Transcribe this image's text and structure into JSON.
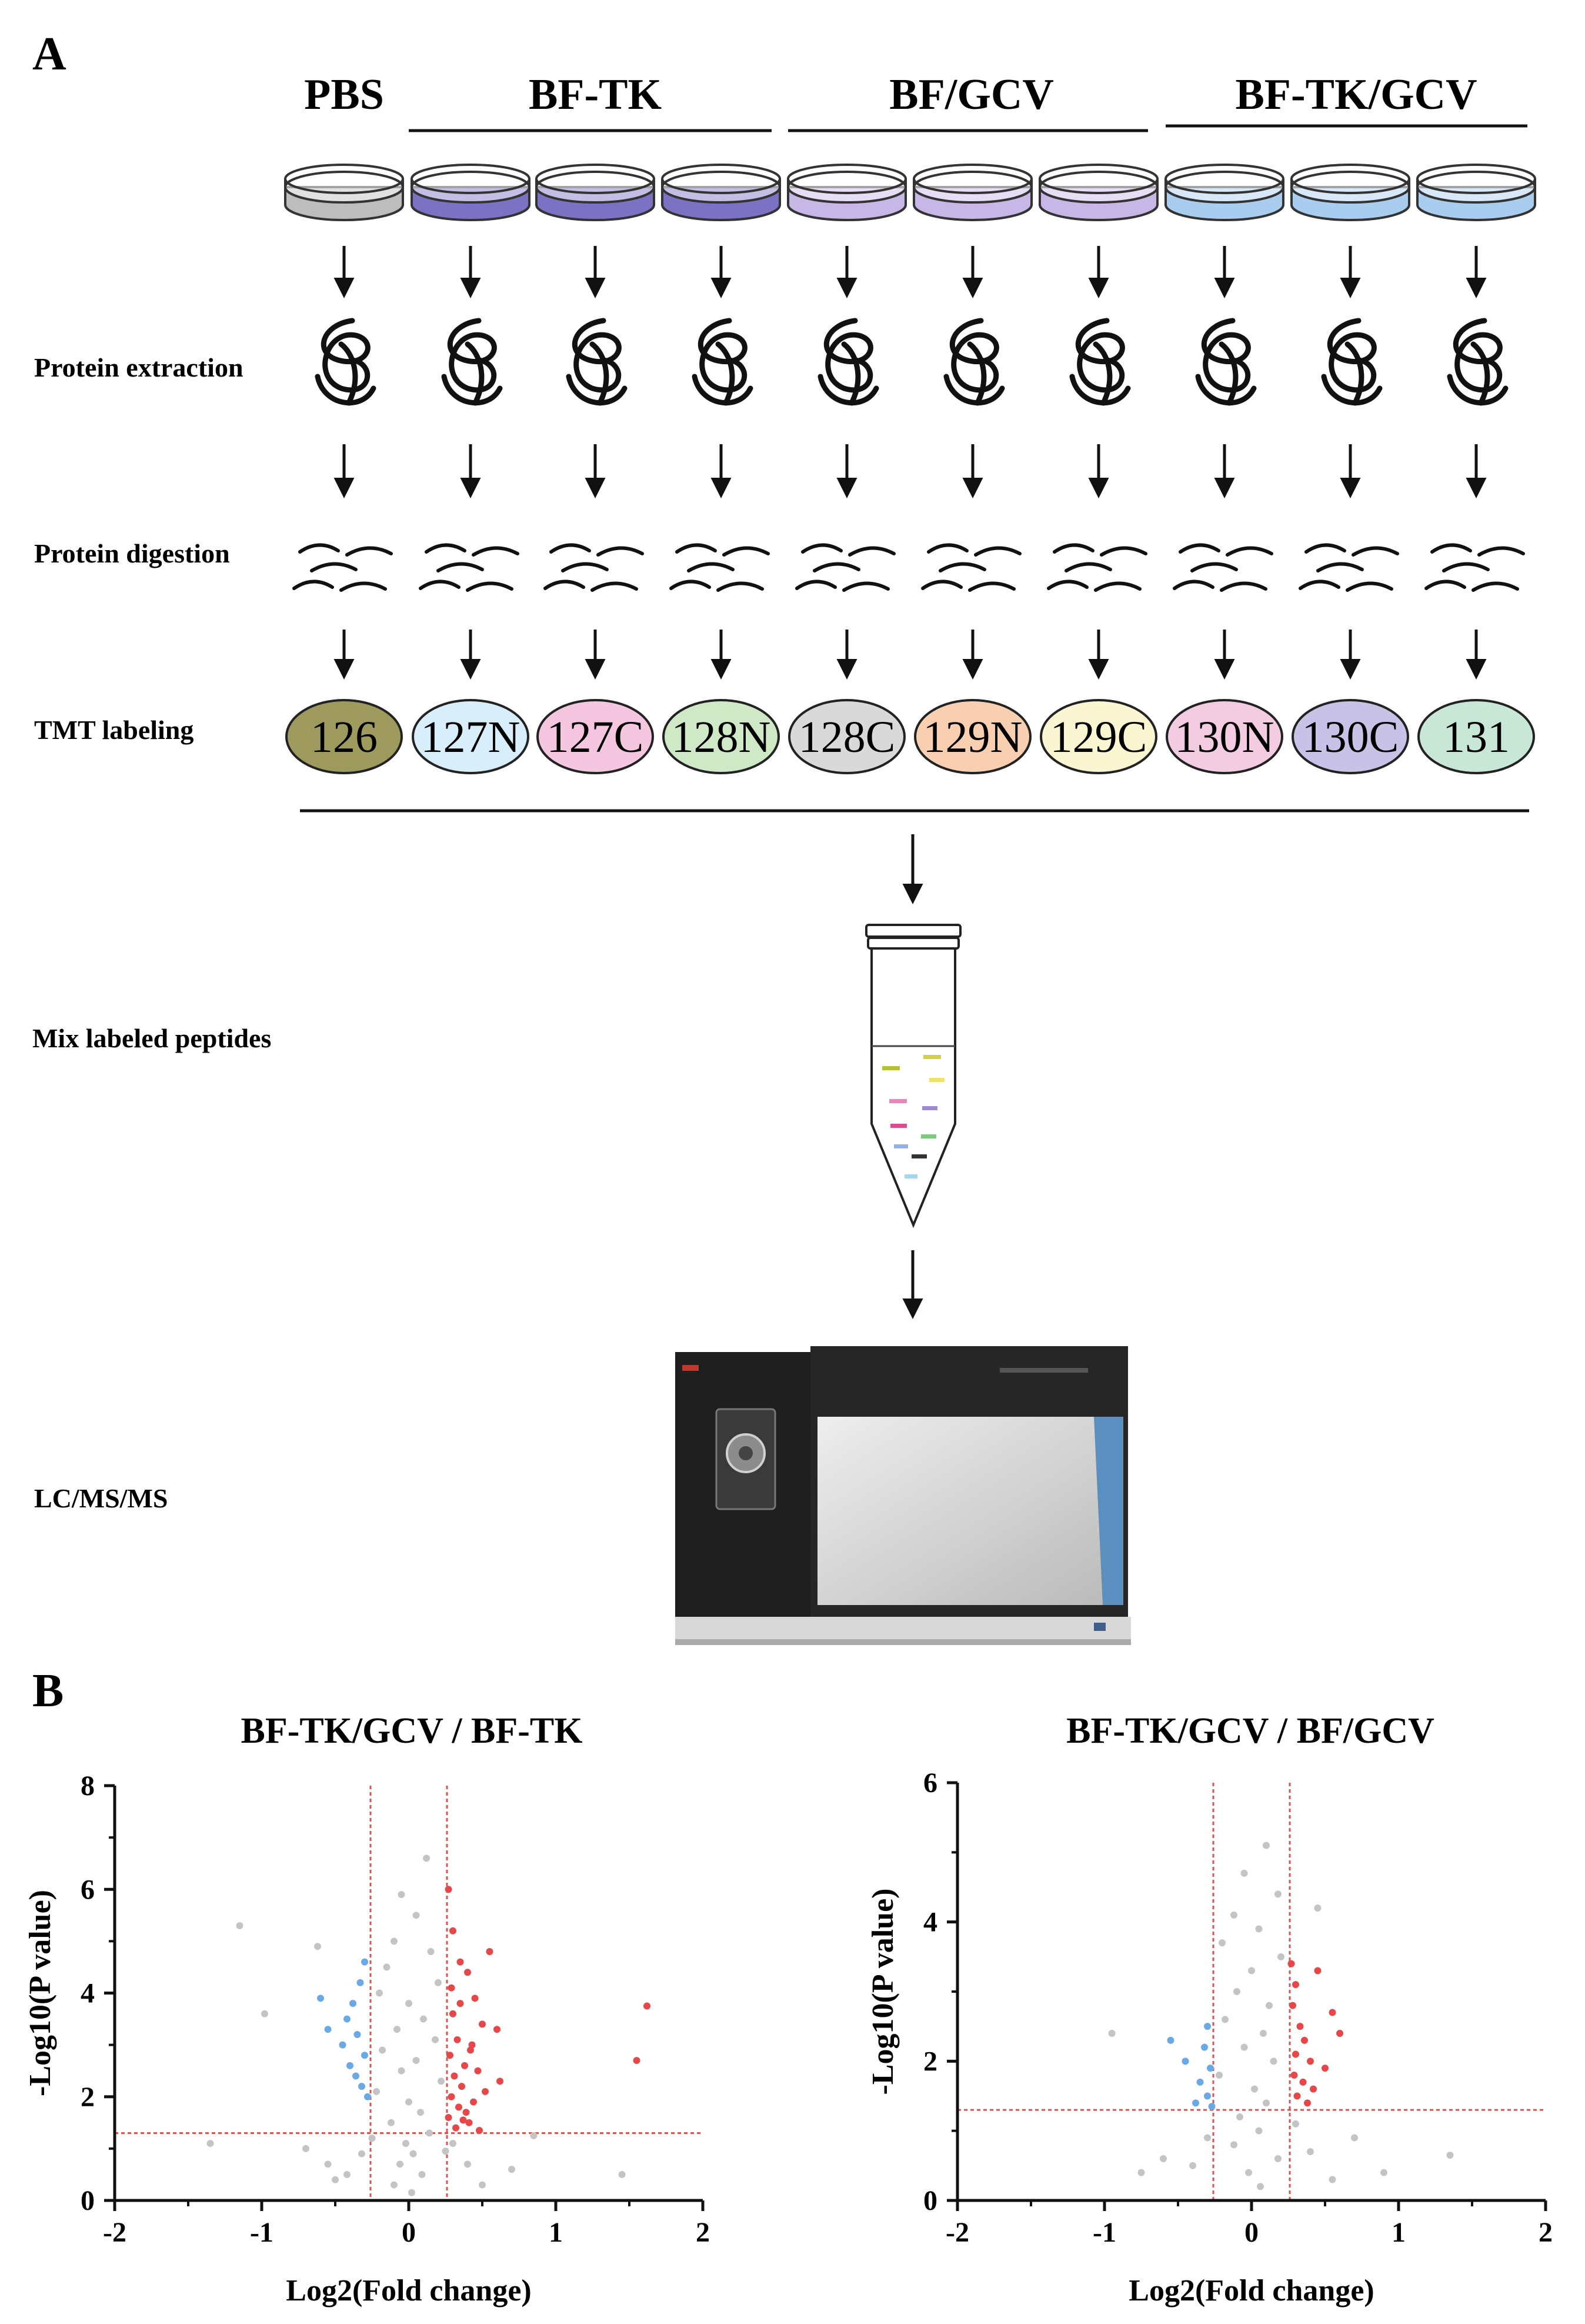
{
  "panel_a": {
    "letter": "A",
    "groups": [
      {
        "label": "PBS",
        "dish_count": 1,
        "dish_color": "#bdbdbd"
      },
      {
        "label": "BF-TK",
        "dish_count": 3,
        "dish_color": "#7b72c4"
      },
      {
        "label": "BF/GCV",
        "dish_count": 3,
        "dish_color": "#c7b7e6"
      },
      {
        "label": "BF-TK/GCV",
        "dish_count": 3,
        "dish_color": "#a8cdef"
      }
    ],
    "steps": {
      "extraction": "Protein extraction",
      "digestion": "Protein digestion",
      "tmt": "TMT labeling",
      "mix": "Mix labeled peptides",
      "lcms": "LC/MS/MS"
    },
    "tmt_tags": [
      {
        "label": "126",
        "color": "#9e9a5e"
      },
      {
        "label": "127N",
        "color": "#d9eefb"
      },
      {
        "label": "127C",
        "color": "#f5c6e0"
      },
      {
        "label": "128N",
        "color": "#cfe9c6"
      },
      {
        "label": "128C",
        "color": "#d9d9d9"
      },
      {
        "label": "129N",
        "color": "#f9cfb1"
      },
      {
        "label": "129C",
        "color": "#fbf6d2"
      },
      {
        "label": "130N",
        "color": "#f4cce1"
      },
      {
        "label": "130C",
        "color": "#c7c2e6"
      },
      {
        "label": "131",
        "color": "#c8e7d6"
      }
    ],
    "icons": {
      "dish": "petri-dish-icon",
      "protein": "protein-coil-icon",
      "peptides": "peptide-fragments-icon",
      "tube": "centrifuge-tube-icon",
      "instrument": "mass-spectrometer-icon"
    }
  },
  "panel_b": {
    "letter": "B"
  },
  "chart_data": [
    {
      "type": "scatter",
      "title": "BF-TK/GCV / BF-TK",
      "xlabel": "Log2(Fold change)",
      "ylabel": "-Log10(P value)",
      "xlim": [
        -2,
        2
      ],
      "ylim": [
        0,
        8
      ],
      "xticks": [
        "-2",
        "-1",
        "0",
        "1",
        "2"
      ],
      "yticks": [
        "0",
        "2",
        "4",
        "6",
        "8"
      ],
      "thresholds": {
        "x": [
          -0.26,
          0.26
        ],
        "y": 1.3
      },
      "colors": {
        "up": "#e8474a",
        "down": "#6aa9e6",
        "ns": "#c4c4c4",
        "threshold": "#d9534f"
      },
      "series": [
        {
          "category": "up",
          "points": [
            [
              0.27,
              6.0
            ],
            [
              0.3,
              5.2
            ],
            [
              0.35,
              4.6
            ],
            [
              0.4,
              4.4
            ],
            [
              0.55,
              4.8
            ],
            [
              0.45,
              3.9
            ],
            [
              0.3,
              3.6
            ],
            [
              0.5,
              3.4
            ],
            [
              0.6,
              3.3
            ],
            [
              0.33,
              3.1
            ],
            [
              0.42,
              2.9
            ],
            [
              0.28,
              2.8
            ],
            [
              0.38,
              2.6
            ],
            [
              0.47,
              2.5
            ],
            [
              0.31,
              2.4
            ],
            [
              0.36,
              2.2
            ],
            [
              0.52,
              2.1
            ],
            [
              0.29,
              2.0
            ],
            [
              0.44,
              1.9
            ],
            [
              0.34,
              1.8
            ],
            [
              0.39,
              1.7
            ],
            [
              0.27,
              1.6
            ],
            [
              0.41,
              1.5
            ],
            [
              0.32,
              1.4
            ],
            [
              0.48,
              1.35
            ],
            [
              0.62,
              2.3
            ],
            [
              0.35,
              3.8
            ],
            [
              0.29,
              4.1
            ],
            [
              0.43,
              3.0
            ],
            [
              0.37,
              1.55
            ],
            [
              1.62,
              3.75
            ],
            [
              1.55,
              2.7
            ]
          ]
        },
        {
          "category": "down",
          "points": [
            [
              -0.3,
              4.6
            ],
            [
              -0.33,
              4.2
            ],
            [
              -0.38,
              3.8
            ],
            [
              -0.42,
              3.5
            ],
            [
              -0.35,
              3.2
            ],
            [
              -0.45,
              3.0
            ],
            [
              -0.3,
              2.8
            ],
            [
              -0.4,
              2.6
            ],
            [
              -0.36,
              2.4
            ],
            [
              -0.32,
              2.2
            ],
            [
              -0.28,
              2.0
            ],
            [
              -0.6,
              3.9
            ],
            [
              -0.55,
              3.3
            ]
          ]
        },
        {
          "category": "ns",
          "points": [
            [
              -1.15,
              5.3
            ],
            [
              -0.62,
              4.9
            ],
            [
              -0.98,
              3.6
            ],
            [
              -1.35,
              1.1
            ],
            [
              1.45,
              0.5
            ],
            [
              0.85,
              1.25
            ],
            [
              -0.7,
              1.0
            ],
            [
              -0.5,
              0.4
            ],
            [
              0.7,
              0.6
            ],
            [
              0.12,
              6.6
            ],
            [
              -0.05,
              5.9
            ],
            [
              0.05,
              5.5
            ],
            [
              -0.1,
              5.0
            ],
            [
              0.15,
              4.8
            ],
            [
              -0.15,
              4.5
            ],
            [
              0.2,
              4.2
            ],
            [
              -0.2,
              4.0
            ],
            [
              0.0,
              3.8
            ],
            [
              0.1,
              3.5
            ],
            [
              -0.08,
              3.3
            ],
            [
              0.18,
              3.1
            ],
            [
              -0.18,
              2.9
            ],
            [
              0.05,
              2.7
            ],
            [
              -0.05,
              2.5
            ],
            [
              0.22,
              2.3
            ],
            [
              -0.22,
              2.1
            ],
            [
              0.0,
              1.9
            ],
            [
              0.08,
              1.7
            ],
            [
              -0.12,
              1.5
            ],
            [
              0.14,
              1.3
            ],
            [
              -0.02,
              1.1
            ],
            [
              0.03,
              0.9
            ],
            [
              -0.06,
              0.7
            ],
            [
              0.09,
              0.5
            ],
            [
              -0.1,
              0.3
            ],
            [
              0.02,
              0.15
            ],
            [
              0.3,
              1.1
            ],
            [
              -0.32,
              0.9
            ],
            [
              0.4,
              0.7
            ],
            [
              -0.42,
              0.5
            ],
            [
              0.5,
              0.3
            ],
            [
              -0.25,
              1.2
            ],
            [
              0.25,
              0.95
            ],
            [
              -0.55,
              0.7
            ]
          ]
        }
      ]
    },
    {
      "type": "scatter",
      "title": "BF-TK/GCV / BF/GCV",
      "xlabel": "Log2(Fold change)",
      "ylabel": "-Log10(P value)",
      "xlim": [
        -2,
        2
      ],
      "ylim": [
        0,
        6
      ],
      "xticks": [
        "-2",
        "-1",
        "0",
        "1",
        "2"
      ],
      "yticks": [
        "0",
        "2",
        "4",
        "6"
      ],
      "thresholds": {
        "x": [
          -0.26,
          0.26
        ],
        "y": 1.3
      },
      "colors": {
        "up": "#e8474a",
        "down": "#6aa9e6",
        "ns": "#c4c4c4",
        "threshold": "#d9534f"
      },
      "series": [
        {
          "category": "up",
          "points": [
            [
              0.27,
              3.4
            ],
            [
              0.3,
              3.1
            ],
            [
              0.28,
              2.8
            ],
            [
              0.33,
              2.5
            ],
            [
              0.36,
              2.3
            ],
            [
              0.3,
              2.1
            ],
            [
              0.4,
              2.0
            ],
            [
              0.29,
              1.8
            ],
            [
              0.35,
              1.7
            ],
            [
              0.42,
              1.6
            ],
            [
              0.31,
              1.5
            ],
            [
              0.38,
              1.4
            ],
            [
              0.45,
              3.3
            ],
            [
              0.55,
              2.7
            ],
            [
              0.6,
              2.4
            ],
            [
              0.5,
              1.9
            ]
          ]
        },
        {
          "category": "down",
          "points": [
            [
              -0.3,
              2.5
            ],
            [
              -0.32,
              2.2
            ],
            [
              -0.28,
              1.9
            ],
            [
              -0.35,
              1.7
            ],
            [
              -0.3,
              1.5
            ],
            [
              -0.38,
              1.4
            ],
            [
              -0.45,
              2.0
            ],
            [
              -0.27,
              1.35
            ],
            [
              -0.55,
              2.3
            ]
          ]
        },
        {
          "category": "ns",
          "points": [
            [
              0.1,
              5.1
            ],
            [
              -0.05,
              4.7
            ],
            [
              0.18,
              4.4
            ],
            [
              -0.12,
              4.1
            ],
            [
              0.05,
              3.9
            ],
            [
              -0.2,
              3.7
            ],
            [
              0.2,
              3.5
            ],
            [
              0.0,
              3.3
            ],
            [
              -0.1,
              3.0
            ],
            [
              0.12,
              2.8
            ],
            [
              -0.18,
              2.6
            ],
            [
              0.08,
              2.4
            ],
            [
              -0.05,
              2.2
            ],
            [
              0.15,
              2.0
            ],
            [
              -0.22,
              1.8
            ],
            [
              0.02,
              1.6
            ],
            [
              0.1,
              1.4
            ],
            [
              -0.08,
              1.2
            ],
            [
              0.05,
              1.0
            ],
            [
              -0.12,
              0.8
            ],
            [
              0.18,
              0.6
            ],
            [
              -0.02,
              0.4
            ],
            [
              0.06,
              0.2
            ],
            [
              0.3,
              1.1
            ],
            [
              -0.3,
              0.9
            ],
            [
              0.4,
              0.7
            ],
            [
              -0.4,
              0.5
            ],
            [
              0.55,
              0.3
            ],
            [
              -0.6,
              0.6
            ],
            [
              0.7,
              0.9
            ],
            [
              -0.75,
              0.4
            ],
            [
              1.35,
              0.65
            ],
            [
              -0.95,
              2.4
            ],
            [
              0.9,
              0.4
            ],
            [
              0.45,
              4.2
            ]
          ]
        }
      ]
    }
  ]
}
